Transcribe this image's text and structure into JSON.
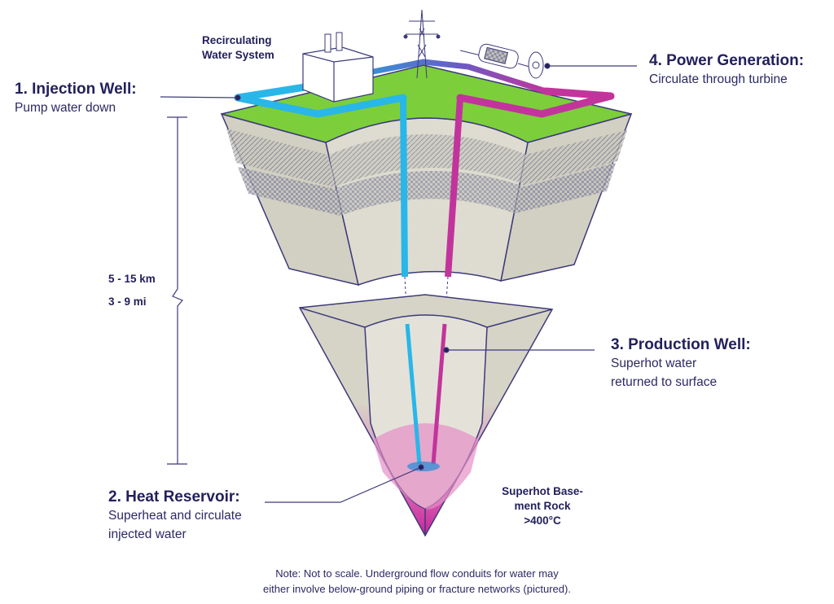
{
  "diagram": {
    "title": "Superhot rock geothermal system",
    "colors": {
      "text": "#23205c",
      "line": "#3d3a7a",
      "injection_pipe": "#29b6e8",
      "production_pipe": "#c2349c",
      "grass": "#7ccf3a",
      "rock": "#d6d4c6",
      "hot_rock": "#d63fa8"
    },
    "labels": {
      "recirculating": [
        "Recirculating",
        "Water System"
      ],
      "injection": {
        "title": "1. Injection Well:",
        "desc": "Pump water down"
      },
      "heat": {
        "title": "2. Heat Reservoir:",
        "desc": [
          "Superheat and circulate",
          "injected water"
        ]
      },
      "production": {
        "title": "3. Production Well:",
        "desc": [
          "Superhot water",
          "returned to surface"
        ]
      },
      "power": {
        "title": "4. Power Generation:",
        "desc": "Circulate through turbine"
      },
      "basement": [
        "Superhot Base-",
        "ment Rock",
        ">400°C"
      ]
    },
    "depth": {
      "km": "5 - 15 km",
      "mi": "3 - 9 mi"
    },
    "note": [
      "Note: Not to scale. Underground flow conduits for water may",
      "either involve below-ground piping or fracture networks (pictured)."
    ],
    "icons": [
      "power-tower-icon",
      "turbine-generator-icon",
      "water-system-building-icon"
    ]
  }
}
